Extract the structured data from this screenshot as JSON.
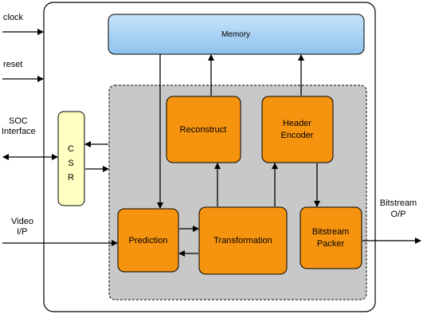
{
  "inputs": {
    "clock": "clock",
    "reset": "reset",
    "soc_line1": "SOC",
    "soc_line2": "Interface",
    "video_line1": "Video",
    "video_line2": "I/P"
  },
  "output": {
    "line1": "Bitstream",
    "line2": "O/P"
  },
  "blocks": {
    "memory": "Memory",
    "reconstruct": "Reconstruct",
    "header_line1": "Header",
    "header_line2": "Encoder",
    "csr_c": "C",
    "csr_s": "S",
    "csr_r": "R",
    "prediction": "Prediction",
    "transformation": "Transformation",
    "packer_line1": "Bitstream",
    "packer_line2": "Packer"
  },
  "colors": {
    "memory_fill": "#a9d3f5",
    "block_fill": "#f7940f",
    "csr_fill": "#ffffc2",
    "core_fill": "#c8c8c8"
  }
}
